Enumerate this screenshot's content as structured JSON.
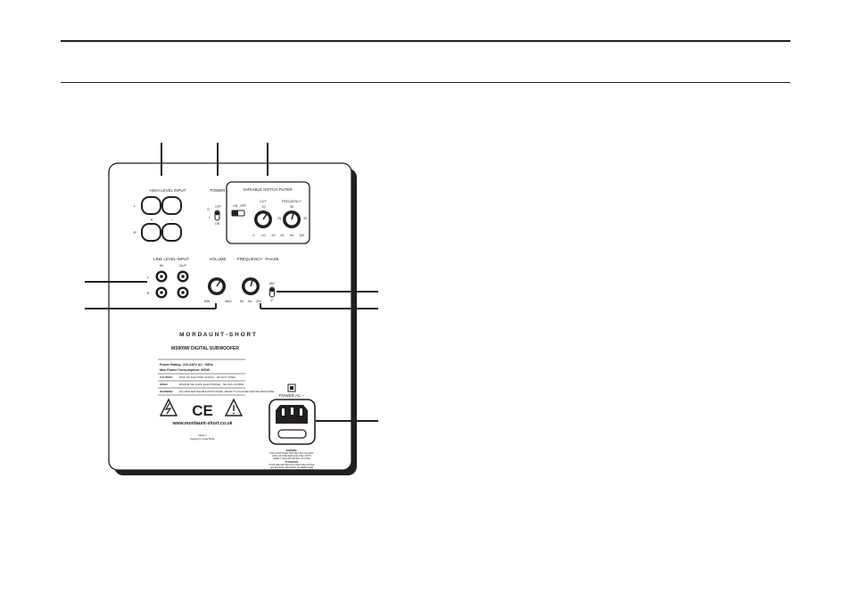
{
  "panel": {
    "high_level_input": {
      "title": "HIGH LEVEL INPUT",
      "row1": "L",
      "row2": "R",
      "plus": "+",
      "minus": "-"
    },
    "power": {
      "title": "POWER",
      "off": "OFF",
      "on": "ON",
      "symbol_off": "O",
      "symbol_on": "I"
    },
    "notch": {
      "title": "VARIABLE NOTCH FILTER",
      "on": "ON",
      "off": "OFF",
      "depth_title": "CUT",
      "depth_top": "-10",
      "depth_min": "-0",
      "depth_mid": "-10",
      "depth_max": "-20",
      "freq_title": "FREQUENCY",
      "freq_top": "35",
      "freq_left": "25",
      "freq_right": "45",
      "freq_min": "15",
      "freq_unit": "Hz",
      "freq_max": "100"
    },
    "line_level_input": {
      "title": "LINE LEVEL INPUT",
      "in": "IN",
      "out": "OUT",
      "row1": "L",
      "row2": "R"
    },
    "volume": {
      "title": "VOLUME",
      "min": "MIN",
      "max": "MAX"
    },
    "frequency": {
      "title": "FREQUENCY",
      "min": "50",
      "unit": "Hz",
      "max": "200"
    },
    "phase": {
      "title": "PHASE",
      "top": "180°",
      "bottom": "0°"
    },
    "brand": "M O R D A U N T - S H O R T",
    "model": "MS909W DIGITAL SUBWOOFER",
    "specs": {
      "rating": "Power Rating: 220-240V AC ~50Hz",
      "consumption": "Max Power Consumption: 400W",
      "caution_label": "CAUTION:",
      "caution_text": "RISK OF ELECTRIC SHOCK - DO NOT OPEN",
      "open_label": "OPEN:",
      "open_text": "RISQUE DE CHOC ELECTRIQUE - NE PAS OUVRIR",
      "warning_label": "WARNING:",
      "warning_text": "NO USER-SERVICEABLE PARTS INSIDE. REFER TO QUALIFIED SERVICE PERSONNEL"
    },
    "ce": "CE",
    "website": "www.mordaunt-short.co.uk",
    "small_print": [
      "Made in",
      "Designed in Great Britain"
    ],
    "power_ac": {
      "title": "POWER AC ~",
      "notes": [
        "WARNING:",
        "FOR CONTINUED PROTECTION AGAINST",
        "RISK OF FIRE REPLACE ONLY WITH",
        "SAME TYPE AND RATING OF FUSE",
        "ATTENTION:",
        "POUR UNE PROTECTION CONTINUE CONTRE",
        "LES RISQUES D'INCENDIE, NE REMPLACER",
        "QUE PAR UN FUSIBLE DU MEME TYPE ET DE",
        "MEME CARACTERISTIQUES NOMINALES"
      ]
    }
  }
}
